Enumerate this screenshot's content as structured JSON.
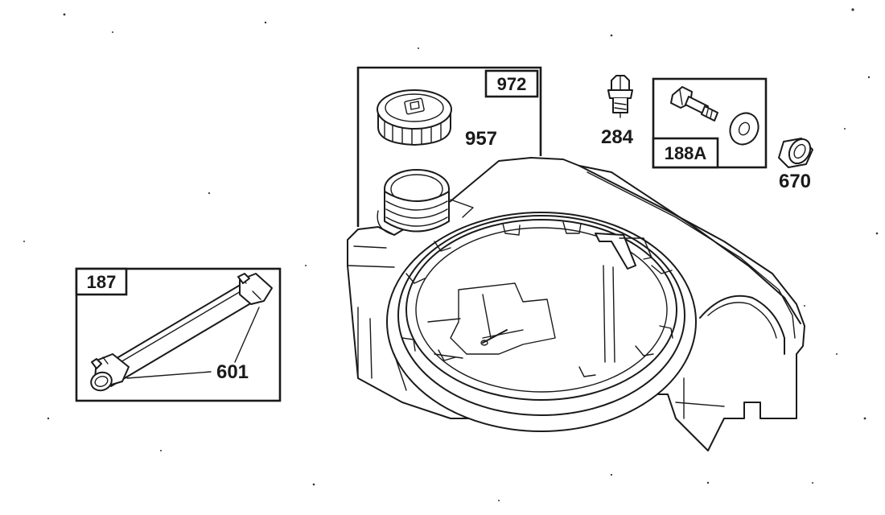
{
  "diagram": {
    "boxes": [
      {
        "id": "972"
      },
      {
        "id": "188A"
      },
      {
        "id": "187"
      }
    ],
    "callouts": [
      {
        "id": "957"
      },
      {
        "id": "284"
      },
      {
        "id": "670"
      },
      {
        "id": "601"
      }
    ]
  }
}
